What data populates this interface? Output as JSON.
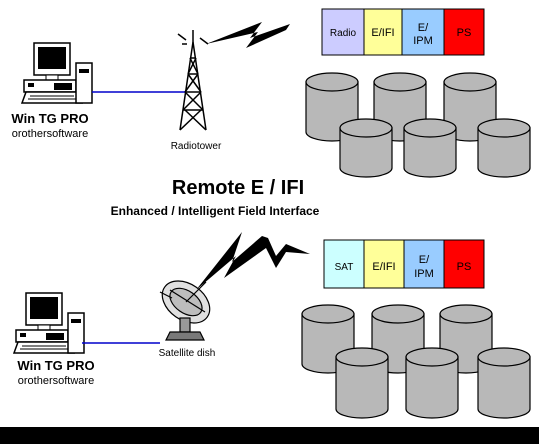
{
  "title": "Remote  E / IFI",
  "subtitle": "Enhanced / Intelligent Field Interface",
  "top": {
    "computer_label": "Win TG PRO",
    "computer_sublabel": "orothersoftware",
    "tower_label": "Radiotower",
    "modules": [
      {
        "label": "Radio",
        "color": "#ccccff"
      },
      {
        "label": "E/IFI",
        "color": "#ffff99"
      },
      {
        "label_lines": [
          "E/",
          "IPM"
        ],
        "color": "#99ccff"
      },
      {
        "label": "PS",
        "color": "#ff0000"
      }
    ]
  },
  "bottom": {
    "computer_label": "Win TG PRO",
    "computer_sublabel": "orothersoftware",
    "dish_label": "Satellite dish",
    "modules": [
      {
        "label": "SAT",
        "color": "#ccffff"
      },
      {
        "label": "E/IFI",
        "color": "#ffff99"
      },
      {
        "label_lines": [
          "E/",
          "IPM"
        ],
        "color": "#99ccff"
      },
      {
        "label": "PS",
        "color": "#ff0000"
      }
    ]
  },
  "colors": {
    "cylinder": "#b8b8b8",
    "link_line": "#0000cc",
    "bottom_bar": "#000000"
  }
}
